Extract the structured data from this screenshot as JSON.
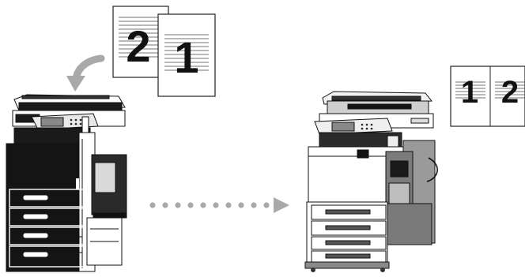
{
  "originals": {
    "back_page": {
      "digit": "2"
    },
    "front_page": {
      "digit": "1"
    }
  },
  "output_sheet": {
    "left_page": {
      "digit": "1"
    },
    "right_page": {
      "digit": "2"
    }
  },
  "colors": {
    "ink": "#111111",
    "machine_light": "#ffffff",
    "machine_mid": "#9a9a9a",
    "arrow_grey": "#a9a9a9"
  },
  "icons": [
    "curved-feed-arrow-icon",
    "dotted-transfer-arrow-icon"
  ]
}
